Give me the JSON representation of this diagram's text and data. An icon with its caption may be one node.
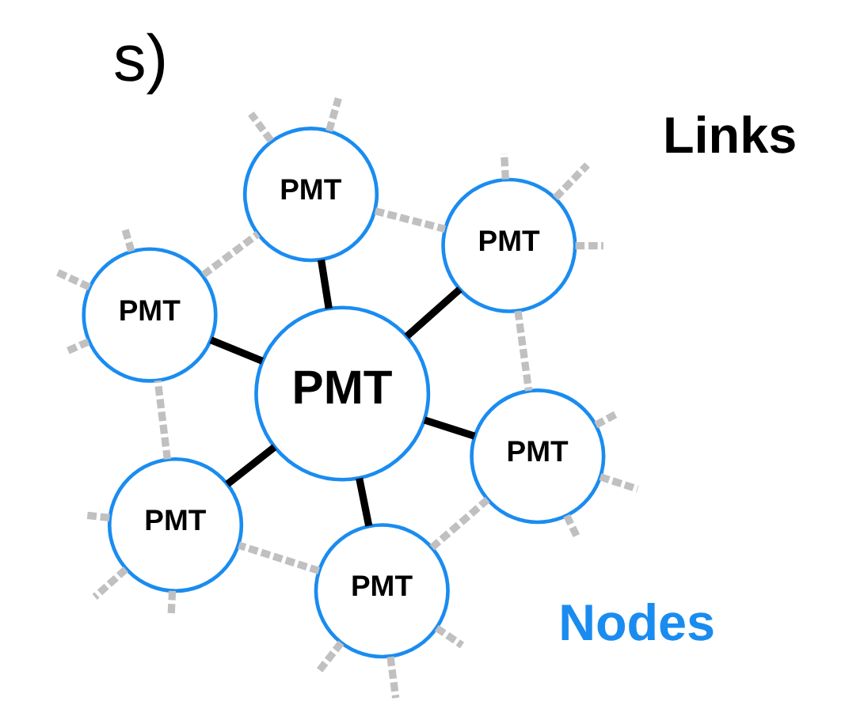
{
  "diagram": {
    "nodes": [
      {
        "text": [
          "PMT"
        ]
      },
      {
        "text": [
          "PMT"
        ]
      },
      {
        "text": [
          "PMT"
        ]
      },
      {
        "text": [
          "PMT"
        ]
      },
      {
        "text": [
          "PMT"
        ]
      },
      {
        "text": [
          "PMT"
        ]
      },
      {
        "text": [
          "PMT"
        ]
      }
    ],
    "edges": [
      {
        "from": 3,
        "to": 0,
        "arrow": "none",
        "color": "#000000"
      },
      {
        "from": 3,
        "to": 1,
        "arrow": "none",
        "color": "#000000"
      },
      {
        "from": 3,
        "to": 2,
        "arrow": "none",
        "color": "#000000"
      },
      {
        "from": 3,
        "to": 4,
        "arrow": "none",
        "color": "#000000"
      },
      {
        "from": 3,
        "to": 5,
        "arrow": "none",
        "color": "#000000"
      },
      {
        "from": 3,
        "to": 6,
        "arrow": "none",
        "color": "#000000"
      },
      {
        "from": 1,
        "to": 0,
        "arrow": "none",
        "style": "dashed",
        "color": "#c0c0c0"
      },
      {
        "from": 0,
        "to": 2,
        "arrow": "none",
        "style": "dashed",
        "color": "#c0c0c0"
      },
      {
        "from": 2,
        "to": 5,
        "arrow": "none",
        "style": "dashed",
        "color": "#c0c0c0"
      },
      {
        "from": 5,
        "to": 6,
        "arrow": "none",
        "style": "dashed",
        "color": "#c0c0c0"
      },
      {
        "from": 6,
        "to": 4,
        "arrow": "none",
        "style": "dashed",
        "color": "#c0c0c0"
      },
      {
        "from": 4,
        "to": 1,
        "arrow": "none",
        "style": "dashed",
        "color": "#c0c0c0"
      },
      {
        "from": 0,
        "to": null,
        "arrow": "none",
        "style": "dashed",
        "color": "#c0c0c0"
      },
      {
        "from": 0,
        "to": null,
        "arrow": "none",
        "style": "dashed",
        "color": "#c0c0c0"
      },
      {
        "from": 0,
        "to": null,
        "arrow": "none",
        "style": "dashed",
        "color": "#c0c0c0"
      },
      {
        "from": 1,
        "to": null,
        "arrow": "none",
        "style": "dashed",
        "color": "#c0c0c0"
      },
      {
        "from": 1,
        "to": null,
        "arrow": "none",
        "style": "dashed",
        "color": "#c0c0c0"
      },
      {
        "from": 1,
        "to": null,
        "arrow": "none",
        "style": "dashed",
        "color": "#c0c0c0"
      },
      {
        "from": 2,
        "to": null,
        "arrow": "none",
        "style": "dashed",
        "color": "#c0c0c0"
      },
      {
        "from": 2,
        "to": null,
        "arrow": "none",
        "style": "dashed",
        "color": "#c0c0c0"
      },
      {
        "from": 2,
        "to": null,
        "arrow": "none",
        "style": "dashed",
        "color": "#c0c0c0"
      },
      {
        "from": 4,
        "to": null,
        "arrow": "none",
        "style": "dashed",
        "color": "#c0c0c0"
      },
      {
        "from": 4,
        "to": null,
        "arrow": "none",
        "style": "dashed",
        "color": "#c0c0c0"
      },
      {
        "from": 4,
        "to": null,
        "arrow": "none",
        "style": "dashed",
        "color": "#c0c0c0"
      },
      {
        "from": 5,
        "to": null,
        "arrow": "none",
        "style": "dashed",
        "color": "#c0c0c0"
      },
      {
        "from": 5,
        "to": null,
        "arrow": "none",
        "style": "dashed",
        "color": "#c0c0c0"
      },
      {
        "from": 5,
        "to": null,
        "arrow": "none",
        "style": "dashed",
        "color": "#c0c0c0"
      },
      {
        "from": 6,
        "to": null,
        "arrow": "none",
        "style": "dashed",
        "color": "#c0c0c0"
      },
      {
        "from": 6,
        "to": null,
        "arrow": "none",
        "style": "dashed",
        "color": "#c0c0c0"
      }
    ],
    "labels": [
      "s)"
    ],
    "legend": [
      {
        "text": "Links",
        "color": "#000000"
      },
      {
        "text": "Nodes",
        "color": "#1a8cf0"
      }
    ]
  }
}
